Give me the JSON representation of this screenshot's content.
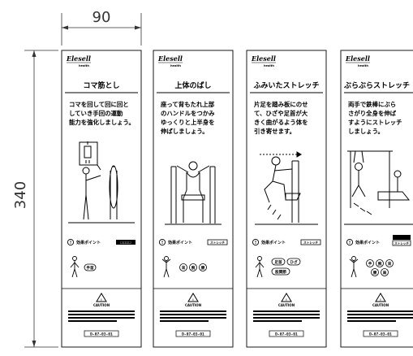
{
  "dimensions": {
    "width_label": "90",
    "height_label": "340"
  },
  "brand": "Elesell",
  "brand_sub": "health",
  "caution_label": "CAUTION",
  "code_label": "D-07-03-01",
  "panels": [
    {
      "title": "コマ筋とし",
      "description": [
        "コマを回して回に回と",
        "していき手回の運動",
        "能力を強化しましょう。"
      ],
      "point_label": "効果ポイント",
      "point_tag": "□□□□",
      "body_tags": [
        "手首"
      ]
    },
    {
      "title": "上体のばし",
      "description": [
        "座って背もたれ上部",
        "のハンドルをつかみ",
        "ゆっくりと上半身を",
        "伸ばしましょう。"
      ],
      "point_label": "効果ポイント",
      "point_tag": "ストレッチ",
      "body_tags": [
        "背",
        "腕",
        "腰"
      ]
    },
    {
      "title": "ふみいたストレッチ",
      "description": [
        "片足を踏み板にのせ",
        "て、ひざや足首が大",
        "きく曲がるよう体を",
        "引き寄せます。"
      ],
      "point_label": "効果ポイント",
      "point_tag": "ストレッチ",
      "body_tags": [
        "足首",
        "ひざ",
        "股関節"
      ]
    },
    {
      "title": "ぶらぶらストレッチ",
      "description": [
        "両手で鉄棒にぶら",
        "さがり全身を伸ば",
        "すようにストレッチ",
        "しましょう。"
      ],
      "point_label": "効果ポイント",
      "point_tag": "ストレッチ",
      "body_tags": [
        "手",
        "腕",
        "背",
        "腰",
        "肩"
      ]
    }
  ]
}
